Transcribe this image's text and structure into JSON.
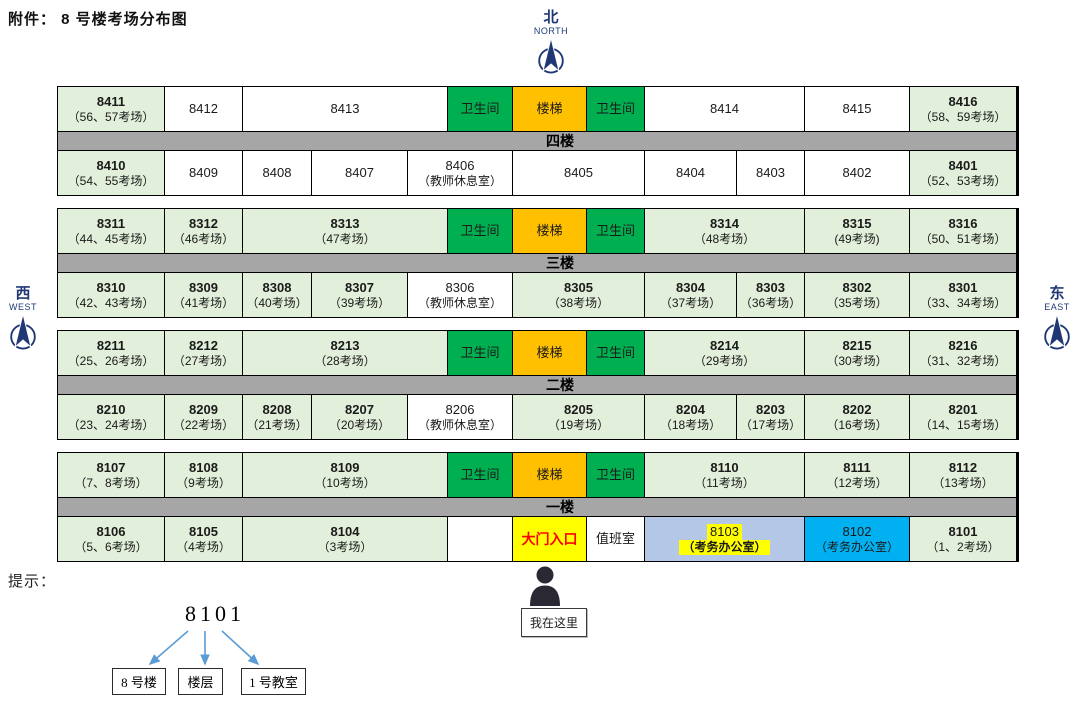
{
  "title": "附件： 8 号楼考场分布图",
  "compass": {
    "north": {
      "zh": "北",
      "en": "NORTH"
    },
    "west": {
      "zh": "西",
      "en": "WEST"
    },
    "east": {
      "zh": "东",
      "en": "EAST"
    }
  },
  "floors": [
    {
      "id": "4",
      "label": "四楼",
      "top": [
        {
          "label": "8411",
          "sub": "（56、57考场）",
          "type": "exam",
          "col": "1/2"
        },
        {
          "label": "8412",
          "type": "plain",
          "col": "2/3"
        },
        {
          "label": "8413",
          "type": "plain",
          "col": "3/6"
        },
        {
          "label": "卫生间",
          "type": "restroom",
          "col": "6/7"
        },
        {
          "label": "楼梯",
          "type": "stairs",
          "col": "7/8"
        },
        {
          "label": "卫生间",
          "type": "restroom",
          "col": "8/9"
        },
        {
          "label": "8414",
          "type": "plain",
          "col": "9/11"
        },
        {
          "label": "8415",
          "type": "plain",
          "col": "11/12"
        },
        {
          "label": "8416",
          "sub": "（58、59考场）",
          "type": "exam",
          "col": "12/13"
        }
      ],
      "bottom": [
        {
          "label": "8410",
          "sub": "（54、55考场）",
          "type": "exam",
          "col": "1/2"
        },
        {
          "label": "8409",
          "type": "plain",
          "col": "2/3"
        },
        {
          "label": "8408",
          "type": "plain",
          "col": "3/4"
        },
        {
          "label": "8407",
          "type": "plain",
          "col": "4/5"
        },
        {
          "label": "8406",
          "sub": "（教师休息室）",
          "type": "plain",
          "col": "5/7"
        },
        {
          "label": "8405",
          "type": "plain",
          "col": "7/9"
        },
        {
          "label": "8404",
          "type": "plain",
          "col": "9/10"
        },
        {
          "label": "8403",
          "type": "plain",
          "col": "10/11"
        },
        {
          "label": "8402",
          "type": "plain",
          "col": "11/12"
        },
        {
          "label": "8401",
          "sub": "（52、53考场）",
          "type": "exam",
          "col": "12/13"
        }
      ]
    },
    {
      "id": "3",
      "label": "三楼",
      "top": [
        {
          "label": "8311",
          "sub": "（44、45考场）",
          "type": "exam",
          "col": "1/2"
        },
        {
          "label": "8312",
          "sub": "（46考场）",
          "type": "exam",
          "col": "2/3"
        },
        {
          "label": "8313",
          "sub": "（47考场）",
          "type": "exam",
          "col": "3/6"
        },
        {
          "label": "卫生间",
          "type": "restroom",
          "col": "6/7"
        },
        {
          "label": "楼梯",
          "type": "stairs",
          "col": "7/8"
        },
        {
          "label": "卫生间",
          "type": "restroom",
          "col": "8/9"
        },
        {
          "label": "8314",
          "sub": "（48考场）",
          "type": "exam",
          "col": "9/11"
        },
        {
          "label": "8315",
          "sub": "(49考场)",
          "type": "exam",
          "col": "11/12"
        },
        {
          "label": "8316",
          "sub": "（50、51考场）",
          "type": "exam",
          "col": "12/13"
        }
      ],
      "bottom": [
        {
          "label": "8310",
          "sub": "（42、43考场）",
          "type": "exam",
          "col": "1/2"
        },
        {
          "label": "8309",
          "sub": "（41考场）",
          "type": "exam",
          "col": "2/3"
        },
        {
          "label": "8308",
          "sub": "（40考场）",
          "type": "exam",
          "col": "3/4"
        },
        {
          "label": "8307",
          "sub": "（39考场）",
          "type": "exam",
          "col": "4/5"
        },
        {
          "label": "8306",
          "sub": "（教师休息室）",
          "type": "plain",
          "col": "5/7"
        },
        {
          "label": "8305",
          "sub": "（38考场）",
          "type": "exam",
          "col": "7/9"
        },
        {
          "label": "8304",
          "sub": "（37考场）",
          "type": "exam",
          "col": "9/10"
        },
        {
          "label": "8303",
          "sub": "（36考场）",
          "type": "exam",
          "col": "10/11"
        },
        {
          "label": "8302",
          "sub": "（35考场）",
          "type": "exam",
          "col": "11/12"
        },
        {
          "label": "8301",
          "sub": "（33、34考场）",
          "type": "exam",
          "col": "12/13"
        }
      ]
    },
    {
      "id": "2",
      "label": "二楼",
      "top": [
        {
          "label": "8211",
          "sub": "（25、26考场）",
          "type": "exam",
          "col": "1/2"
        },
        {
          "label": "8212",
          "sub": "（27考场）",
          "type": "exam",
          "col": "2/3"
        },
        {
          "label": "8213",
          "sub": "（28考场）",
          "type": "exam",
          "col": "3/6"
        },
        {
          "label": "卫生间",
          "type": "restroom",
          "col": "6/7"
        },
        {
          "label": "楼梯",
          "type": "stairs",
          "col": "7/8"
        },
        {
          "label": "卫生间",
          "type": "restroom",
          "col": "8/9"
        },
        {
          "label": "8214",
          "sub": "（29考场）",
          "type": "exam",
          "col": "9/11"
        },
        {
          "label": "8215",
          "sub": "（30考场）",
          "type": "exam",
          "col": "11/12"
        },
        {
          "label": "8216",
          "sub": "（31、32考场）",
          "type": "exam",
          "col": "12/13"
        }
      ],
      "bottom": [
        {
          "label": "8210",
          "sub": "（23、24考场）",
          "type": "exam",
          "col": "1/2"
        },
        {
          "label": "8209",
          "sub": "（22考场）",
          "type": "exam",
          "col": "2/3"
        },
        {
          "label": "8208",
          "sub": "（21考场）",
          "type": "exam",
          "col": "3/4"
        },
        {
          "label": "8207",
          "sub": "（20考场）",
          "type": "exam",
          "col": "4/5"
        },
        {
          "label": "8206",
          "sub": "（教师休息室）",
          "type": "plain",
          "col": "5/7"
        },
        {
          "label": "8205",
          "sub": "（19考场）",
          "type": "exam",
          "col": "7/9"
        },
        {
          "label": "8204",
          "sub": "（18考场）",
          "type": "exam",
          "col": "9/10"
        },
        {
          "label": "8203",
          "sub": "（17考场）",
          "type": "exam",
          "col": "10/11"
        },
        {
          "label": "8202",
          "sub": "（16考场）",
          "type": "exam",
          "col": "11/12"
        },
        {
          "label": "8201",
          "sub": "（14、15考场）",
          "type": "exam",
          "col": "12/13"
        }
      ]
    },
    {
      "id": "1",
      "label": "一楼",
      "top": [
        {
          "label": "8107",
          "sub": "（7、8考场）",
          "type": "exam",
          "col": "1/2"
        },
        {
          "label": "8108",
          "sub": "（9考场）",
          "type": "exam",
          "col": "2/3"
        },
        {
          "label": "8109",
          "sub": "（10考场）",
          "type": "exam",
          "col": "3/6"
        },
        {
          "label": "卫生间",
          "type": "restroom",
          "col": "6/7"
        },
        {
          "label": "楼梯",
          "type": "stairs",
          "col": "7/8"
        },
        {
          "label": "卫生间",
          "type": "restroom",
          "col": "8/9"
        },
        {
          "label": "8110",
          "sub": "（11考场）",
          "type": "exam",
          "col": "9/11"
        },
        {
          "label": "8111",
          "sub": "（12考场）",
          "type": "exam",
          "col": "11/12"
        },
        {
          "label": "8112",
          "sub": "（13考场）",
          "type": "exam",
          "col": "12/13"
        }
      ],
      "bottom": [
        {
          "label": "8106",
          "sub": "（5、6考场）",
          "type": "exam",
          "col": "1/2"
        },
        {
          "label": "8105",
          "sub": "（4考场）",
          "type": "exam",
          "col": "2/3"
        },
        {
          "label": "8104",
          "sub": "（3考场）",
          "type": "exam",
          "col": "3/6"
        },
        {
          "label": "",
          "type": "empty",
          "col": "6/7"
        },
        {
          "label": "大门入口",
          "type": "door",
          "col": "7/8"
        },
        {
          "label": "值班室",
          "type": "duty",
          "col": "8/9"
        },
        {
          "label": "8103",
          "sub": "（考务办公室）",
          "type": "office-hl",
          "col": "9/11"
        },
        {
          "label": "8102",
          "sub": "（考务办公室）",
          "type": "office-blue",
          "col": "11/12"
        },
        {
          "label": "8101",
          "sub": "（1、2考场）",
          "type": "exam",
          "col": "12/13"
        }
      ]
    }
  ],
  "hint": {
    "label": "提示：",
    "code": "8101",
    "boxes": [
      {
        "label": "8 号楼"
      },
      {
        "label": "楼层"
      },
      {
        "label": "1 号教室"
      }
    ]
  },
  "here": {
    "label": "我在这里"
  },
  "colors": {
    "exam_room": "#E2EFDA",
    "restroom": "#00B050",
    "stairs": "#FFC000",
    "corridor": "#A6A6A6",
    "entrance_bg": "#FFFF00",
    "entrance_text": "#FF0000",
    "office_light_blue": "#B4C7E7",
    "office_blue": "#00B0F0",
    "highlight": "#FFFF00",
    "compass_navy": "#1F3875",
    "hint_arrow_blue": "#5B9BD5"
  }
}
